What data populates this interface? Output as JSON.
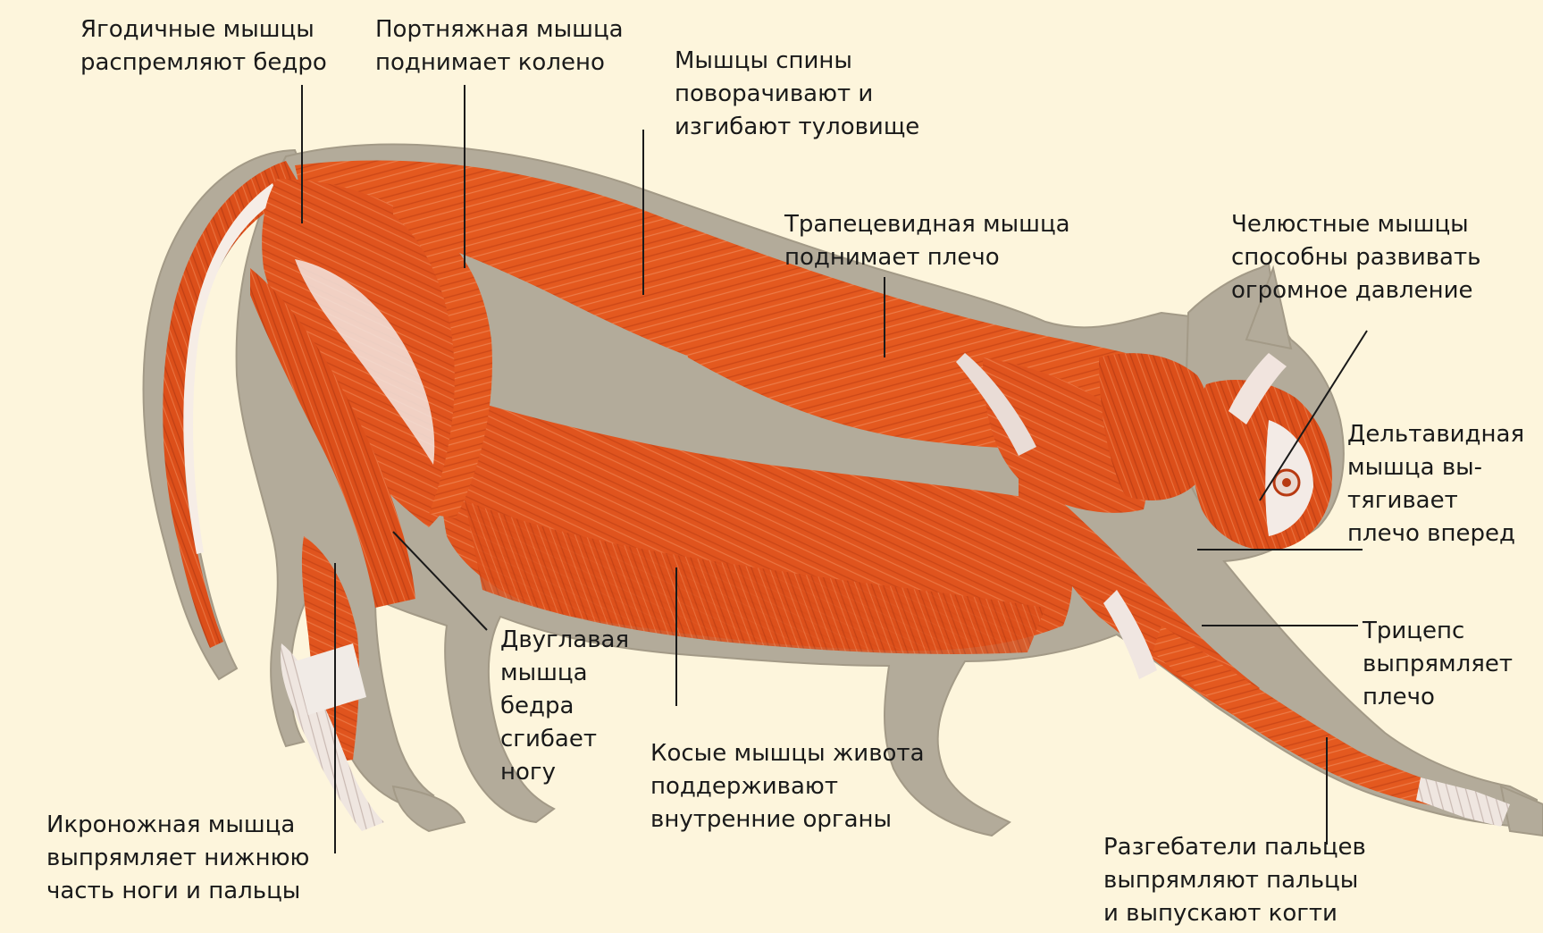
{
  "diagram": {
    "labels": {
      "gluteal": [
        "Ягодичные мышцы",
        "распремляют бедро"
      ],
      "sartorius": [
        "Портняжная мышца",
        "поднимает колено"
      ],
      "back": [
        "Мышцы спины",
        "поворачивают и",
        "изгибают туловище"
      ],
      "trapezius": [
        "Трапецевидная мышца",
        "поднимает плечо"
      ],
      "jaw": [
        "Челюстные мышцы",
        "способны развивать",
        "огромное давление"
      ],
      "deltoid": [
        "Дельтавидная",
        "мышца вы-",
        "тягивает",
        "плечо вперед"
      ],
      "triceps": [
        "Трицепс",
        "выпрямляет",
        "плечо"
      ],
      "biceps_femoris": [
        "Двуглавая",
        "мышца",
        "бедра",
        "сгибает",
        "ногу"
      ],
      "oblique": [
        "Косые мышцы живота",
        "поддерживают",
        "внутренние органы"
      ],
      "calf": [
        "Икроножная мышца",
        "выпрямляет нижнюю",
        "часть ноги и пальцы"
      ],
      "extensors": [
        "Разгебатели пальцев",
        "выпрямляют пальцы",
        "и выпускают когти"
      ]
    },
    "colors": {
      "background": "#fdf5dc",
      "fur": "#b3ab9a",
      "muscle": "#e0541e",
      "muscle_dark": "#b83a12",
      "muscle_light": "#f08a5a",
      "tendon": "#efe6e0",
      "leader": "#1a1a1a",
      "text": "#1a1a1a"
    }
  }
}
